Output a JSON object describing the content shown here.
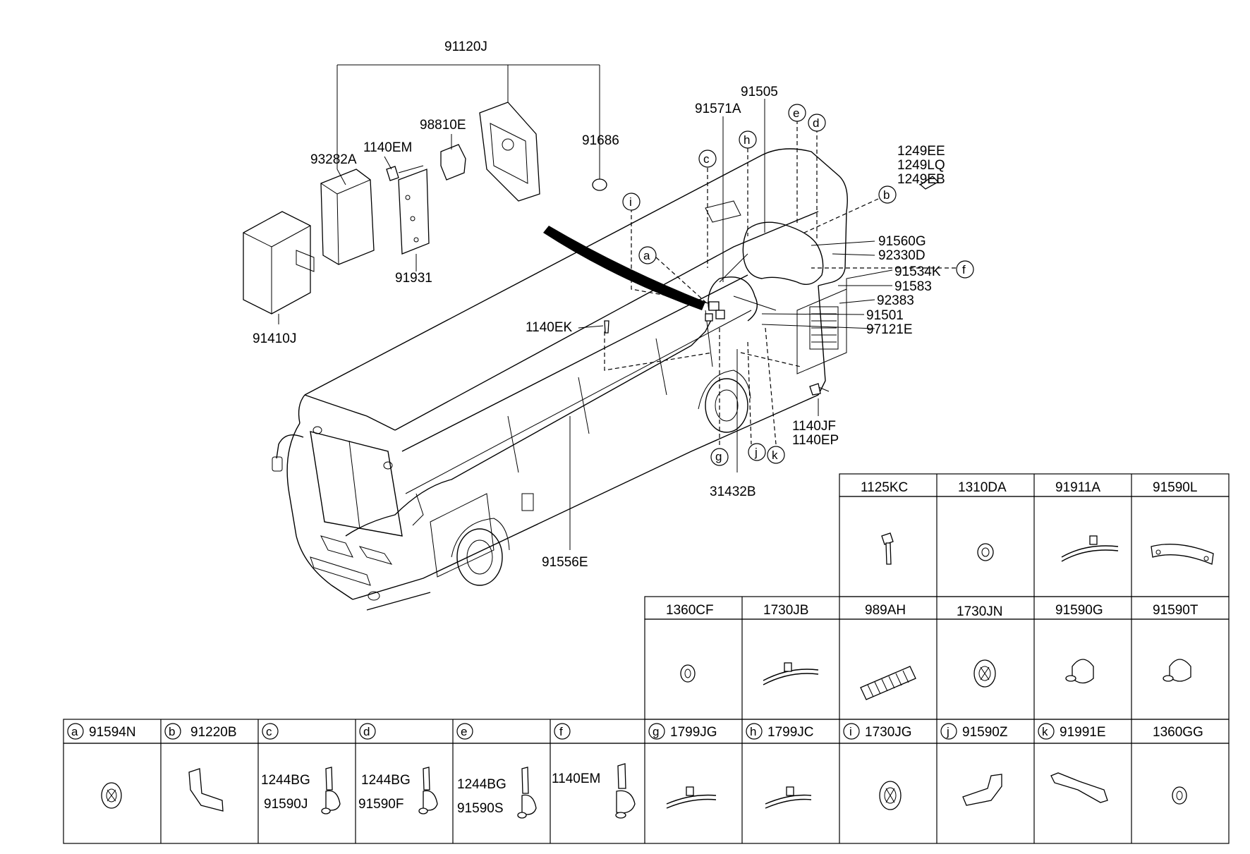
{
  "callouts": {
    "c91120J": "91120J",
    "c93282A": "93282A",
    "c1140EM": "1140EM",
    "c98810E": "98810E",
    "c91686": "91686",
    "c91931": "91931",
    "c91410J": "91410J",
    "c1140EK": "1140EK",
    "c91505": "91505",
    "c91571A": "91571A",
    "c1249EE": "1249EE",
    "c1249LQ": "1249LQ",
    "c1249EB": "1249EB",
    "c91560G": "91560G",
    "c92330D": "92330D",
    "c91534K": "91534K",
    "c91583": "91583",
    "c92383": "92383",
    "c91501": "91501",
    "c97121E": "97121E",
    "c1140JF": "1140JF",
    "c1140EP": "1140EP",
    "c31432B": "31432B",
    "c91556E": "91556E"
  },
  "letters": {
    "a": "a",
    "b": "b",
    "c": "c",
    "d": "d",
    "e": "e",
    "f": "f",
    "g": "g",
    "h": "h",
    "i": "i",
    "j": "j",
    "k": "k"
  },
  "table": {
    "row1": [
      "1125KC",
      "1310DA",
      "91911A",
      "91590L"
    ],
    "row2": [
      "1360CF",
      "1730JB",
      "989AH",
      "1730JN",
      "91590G",
      "91590T"
    ],
    "row3": [
      {
        "letter": "a",
        "code": "91594N"
      },
      {
        "letter": "b",
        "code": "91220B"
      },
      {
        "letter": "c",
        "code": ""
      },
      {
        "letter": "d",
        "code": ""
      },
      {
        "letter": "e",
        "code": ""
      },
      {
        "letter": "f",
        "code": ""
      },
      {
        "letter": "g",
        "code": "1799JG"
      },
      {
        "letter": "h",
        "code": "1799JC"
      },
      {
        "letter": "i",
        "code": "1730JG"
      },
      {
        "letter": "j",
        "code": "91590Z"
      },
      {
        "letter": "k",
        "code": "91991E"
      },
      {
        "letter": "",
        "code": "1360GG"
      }
    ],
    "inner": {
      "c_bolt": "1244BG",
      "c_clip": "91590J",
      "d_bolt": "1244BG",
      "d_clip": "91590F",
      "e_bolt": "1244BG",
      "e_clip": "91590S",
      "f_bolt": "1140EM"
    }
  }
}
